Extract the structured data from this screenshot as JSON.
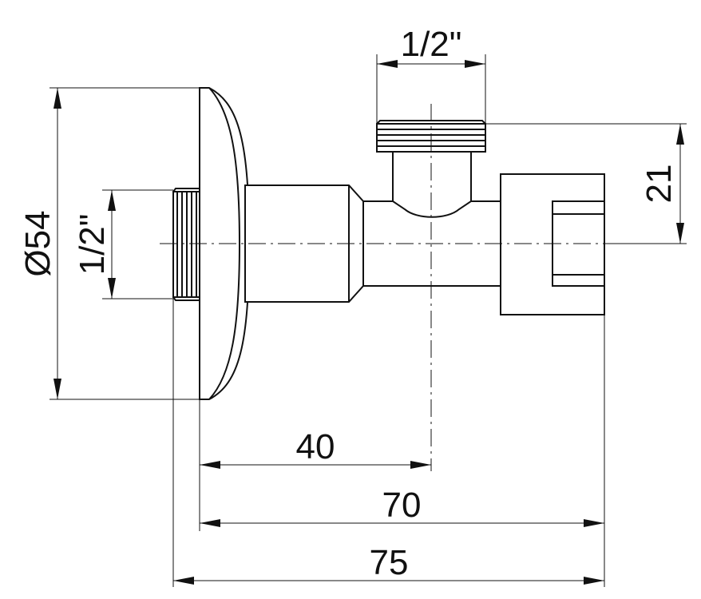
{
  "dimensions": {
    "top_thread": "1/2\"",
    "height_21": "21",
    "diameter": "Ø54",
    "left_thread": "1/2\"",
    "len_40": "40",
    "len_70": "70",
    "len_75": "75"
  }
}
